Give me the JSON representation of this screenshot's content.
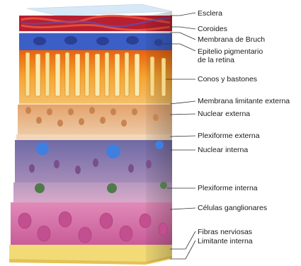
{
  "labels": {
    "esclera": "Esclera",
    "coroides": "Coroides",
    "bruch": "Membrana de Bruch",
    "epitelio_line1": "Epitelio pigmentario",
    "epitelio_line2": "de la retina",
    "conos": "Conos y bastones",
    "limitante_externa": "Membrana limitante externa",
    "nuclear_externa": "Nuclear externa",
    "plexiforme_externa": "Plexiforme externa",
    "nuclear_interna": "Nuclear interna",
    "plexiforme_interna": "Plexiforme interna",
    "ganglionares": "Células ganglionares",
    "fibras": "Fibras nerviosas",
    "limitante_interna": "Limitante interna"
  },
  "colors": {
    "sclera": "#cfe3f3",
    "choroid": "#c2283a",
    "epithelium": "#3f62c4",
    "photoreceptors": "#f29a24",
    "outer_nuclear": "#e8b98c",
    "inner_nuclear": "#9a8ab8",
    "ganglion": "#d46aa3",
    "nerve_fibers": "#f3de7e"
  }
}
